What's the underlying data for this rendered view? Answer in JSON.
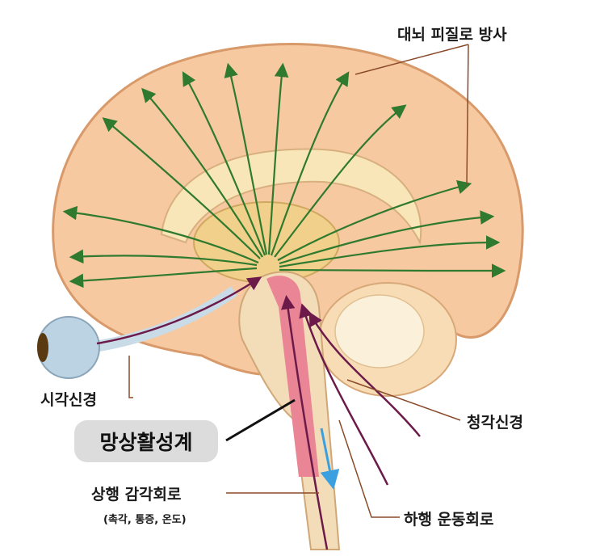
{
  "labels": {
    "cortex_radiation": "대뇌 피질로 방사",
    "optic_nerve": "시각신경",
    "reticular_activating_system": "망상활성계",
    "auditory_nerve": "청각신경",
    "ascending_sensory": "상행 감각회로",
    "ascending_sensory_sub": "(촉각, 통증, 온도)",
    "descending_motor": "하행 운동회로"
  },
  "colors": {
    "brain": "#f6c9a0",
    "brain_outline": "#d89a6a",
    "pathway_green": "#2f7a2f",
    "pathway_purple": "#6b1a4a",
    "brainstem_pink": "#e98595",
    "descending_blue": "#3aa0e0",
    "leader_line": "#8a4a2a"
  }
}
